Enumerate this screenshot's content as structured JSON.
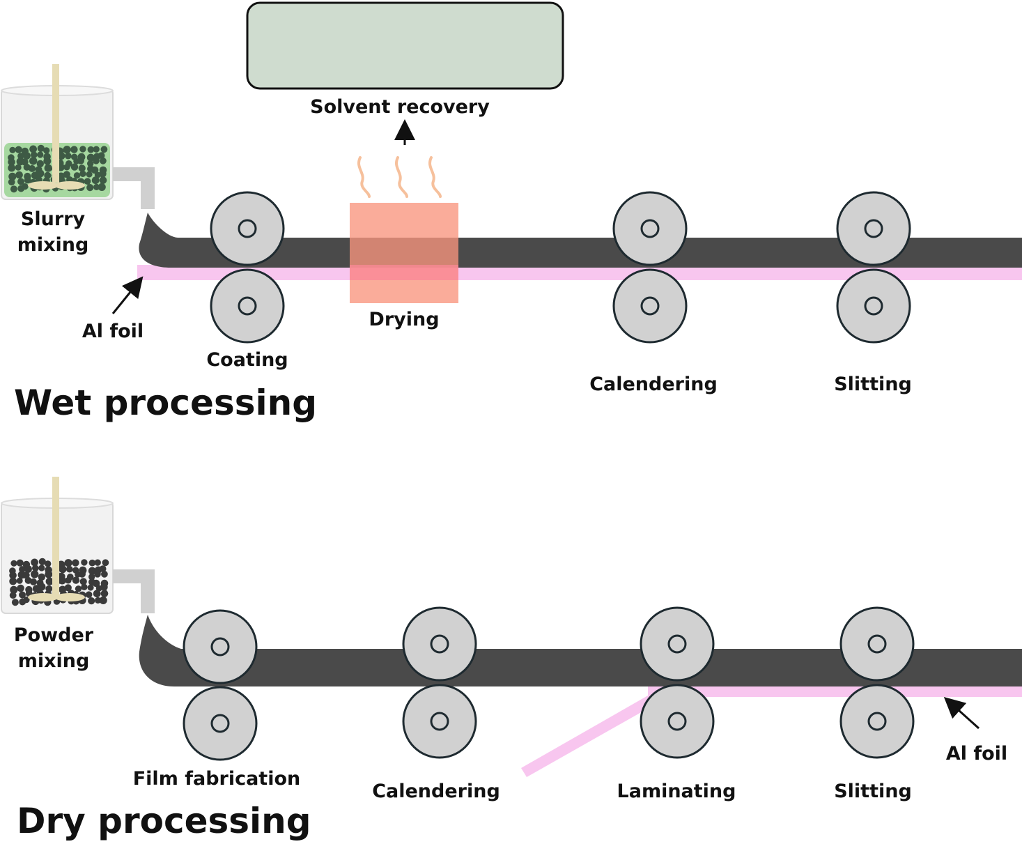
{
  "colors": {
    "electrode": "#4a4a4a",
    "foil": "#f8c6ef",
    "roller_fill": "#d1d1d1",
    "roller_stroke": "#1e2a30",
    "slurry": "#a6d8a0",
    "beaker": "#f0f0f0",
    "impeller": "#e6dcb4",
    "dryer": "#f9957e",
    "dryer_overlap": "#f98a98",
    "heat_wave": "#f6c09c",
    "solvent_box": "#cfdccf",
    "pipe": "#d0d0d0"
  },
  "wet": {
    "title": "Wet processing",
    "mixing_label_1": "Slurry",
    "mixing_label_2": "mixing",
    "foil_label": "Al foil",
    "coating_label": "Coating",
    "drying_label": "Drying",
    "solvent_label": "Solvent recovery",
    "calendering_label": "Calendering",
    "slitting_label": "Slitting"
  },
  "dry": {
    "title": "Dry processing",
    "mixing_label_1": "Powder",
    "mixing_label_2": "mixing",
    "foil_label": "Al foil",
    "film_label": "Film fabrication",
    "calendering_label": "Calendering",
    "laminating_label": "Laminating",
    "slitting_label": "Slitting"
  }
}
